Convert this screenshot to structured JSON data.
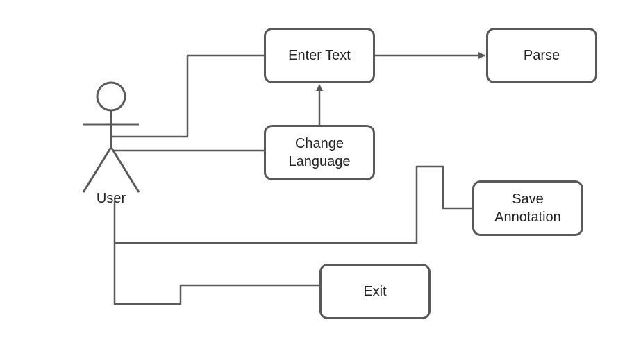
{
  "diagram": {
    "actor": {
      "label": "User"
    },
    "nodes": {
      "enter_text": {
        "label": "Enter Text"
      },
      "parse": {
        "label": "Parse"
      },
      "change_language": {
        "line1": "Change",
        "line2": "Language"
      },
      "save_annotation": {
        "line1": "Save",
        "line2": "Annotation"
      },
      "exit": {
        "label": "Exit"
      }
    },
    "colors": {
      "stroke": "#595959",
      "text": "#222222",
      "background": "#ffffff"
    }
  }
}
